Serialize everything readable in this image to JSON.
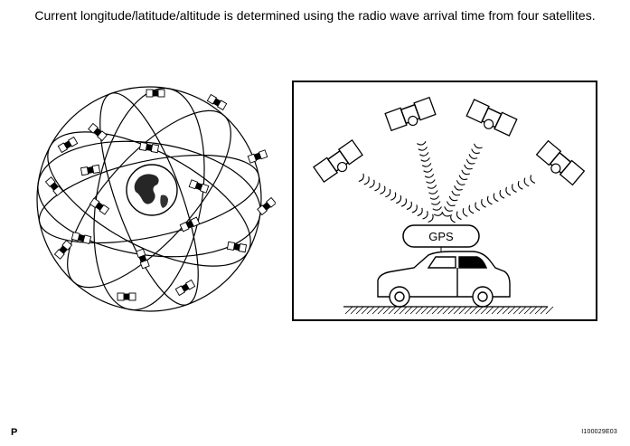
{
  "caption": "Current longitude/latitude/altitude is determined using the radio wave arrival time from four satellites.",
  "gps_label": "GPS",
  "corner_left": "P",
  "corner_right": "I100029E03",
  "icons": {
    "earth": "globe-icon",
    "satellite": "satellite-icon",
    "car": "car-icon",
    "signal": "radio-wave-icon"
  },
  "colors": {
    "ink": "#000000",
    "paper": "#ffffff"
  }
}
